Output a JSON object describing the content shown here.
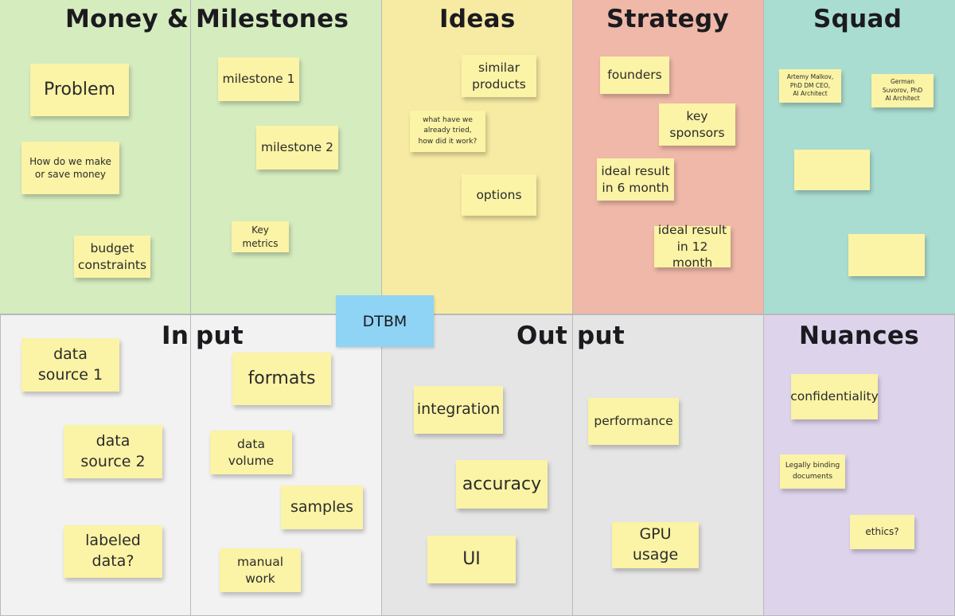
{
  "board": {
    "center_tag": "DTBM",
    "colors": {
      "money": "#d5ecbf",
      "ideas": "#f7eaa3",
      "strategy": "#efb8a8",
      "squad": "#aaddd1",
      "input": "#f2f2f2",
      "output": "#e5e5e5",
      "nuances": "#ddd4ec",
      "note": "#fbf3a5",
      "tag": "#8fd3f5",
      "border": "#b9b9b9"
    }
  },
  "sections": {
    "money_title_a": "Money &",
    "money_title_b": "Milestones",
    "ideas_title": "Ideas",
    "strategy_title": "Strategy",
    "squad_title": "Squad",
    "input_title_a": "In",
    "input_title_b": "put",
    "output_title_a": "Out",
    "output_title_b": "put",
    "nuances_title": "Nuances"
  },
  "notes": {
    "problem": "Problem",
    "make_money": "How do we make\nor save money",
    "budget": "budget\nconstraints",
    "milestone1": "milestone 1",
    "milestone2": "milestone 2",
    "key_metrics": "Key metrics",
    "similar_products": "similar\nproducts",
    "already_tried": "what have we\nalready tried,\nhow did it work?",
    "options": "options",
    "founders": "founders",
    "key_sponsors": "key\nsponsors",
    "ideal6": "ideal result\nin 6 month",
    "ideal12": "ideal result\nin 12 month",
    "artemy": "Artemy Malkov,\nPhD DM CEO,\nAI Architect",
    "german": "German\nSuvorov, PhD\nAI Architect",
    "blank1": "",
    "blank2": "",
    "data_source1": "data\nsource 1",
    "data_source2": "data\nsource 2",
    "labeled": "labeled\ndata?",
    "formats": "formats",
    "data_volume": "data\nvolume",
    "samples": "samples",
    "manual_work": "manual\nwork",
    "integration": "integration",
    "accuracy": "accuracy",
    "ui": "UI",
    "performance": "performance",
    "gpu": "GPU usage",
    "confidentiality": "confidentiality",
    "legally": "Legally binding\ndocuments",
    "ethics": "ethics?"
  }
}
